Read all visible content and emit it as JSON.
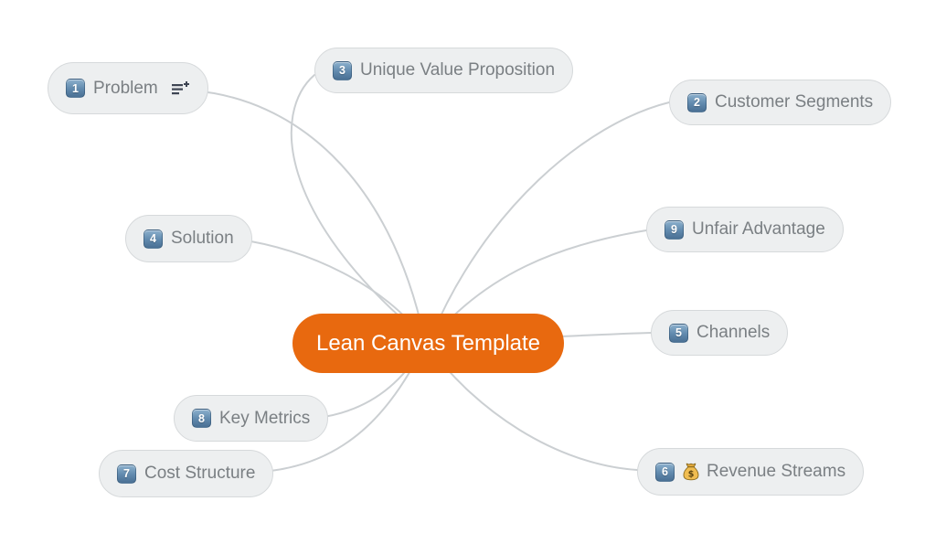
{
  "app": {
    "background_color": "#ffffff",
    "connector_color": "#cbcfd2",
    "topic_fill_color": "#edeff0",
    "topic_border_color": "#d6d9db",
    "topic_text_color": "#7a7f83",
    "badge_color": "#5d86ab"
  },
  "central_topic": {
    "label": "Lean Canvas Template",
    "fill_color": "#e8690f",
    "text_color": "#ffffff"
  },
  "topics": [
    {
      "badge": "1",
      "label": "Problem",
      "icon": "add-note-icon"
    },
    {
      "badge": "2",
      "label": "Customer Segments"
    },
    {
      "badge": "3",
      "label": "Unique Value Proposition"
    },
    {
      "badge": "4",
      "label": "Solution"
    },
    {
      "badge": "5",
      "label": "Channels"
    },
    {
      "badge": "6",
      "label": "Revenue Streams",
      "icon": "money-bag-icon"
    },
    {
      "badge": "7",
      "label": "Cost Structure"
    },
    {
      "badge": "8",
      "label": "Key Metrics"
    },
    {
      "badge": "9",
      "label": "Unfair Advantage"
    }
  ]
}
